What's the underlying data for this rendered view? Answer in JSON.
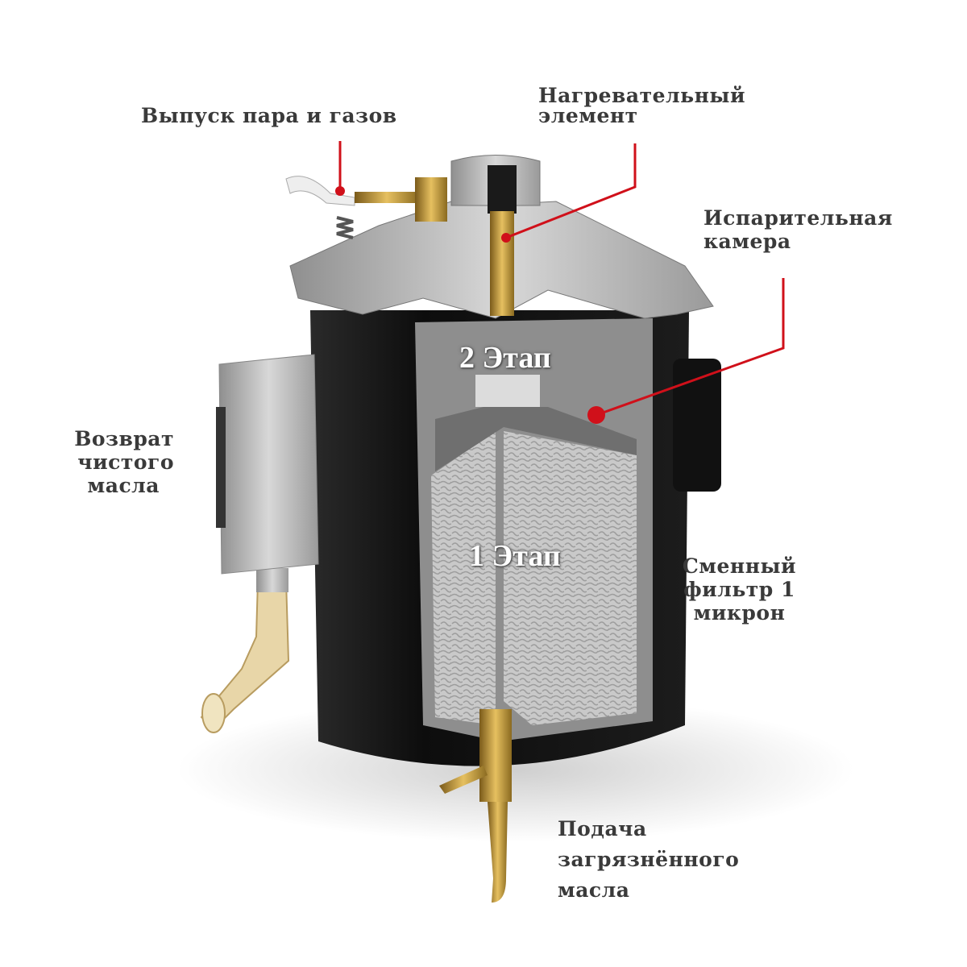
{
  "labels": {
    "vent": "Выпуск пара и газов",
    "heater_line1": "Нагревательный",
    "heater_line2": "элемент",
    "evap_line1": "Испарительная",
    "evap_line2": "камера",
    "return_line1": "Возврат",
    "return_line2": "чистого",
    "return_line3": "масла",
    "stage2": "2 Этап",
    "stage1": "1 Этап",
    "filter_line1": "Сменный",
    "filter_line2": "фильтр 1",
    "filter_line3": "микрон",
    "feed_line1": "Подача",
    "feed_line2": "загрязнённого",
    "feed_line3": "масла"
  },
  "colors": {
    "leader": "#d0101a",
    "body": "#151515",
    "metal": "#b9b9b9",
    "brass": "#c8a24a"
  }
}
